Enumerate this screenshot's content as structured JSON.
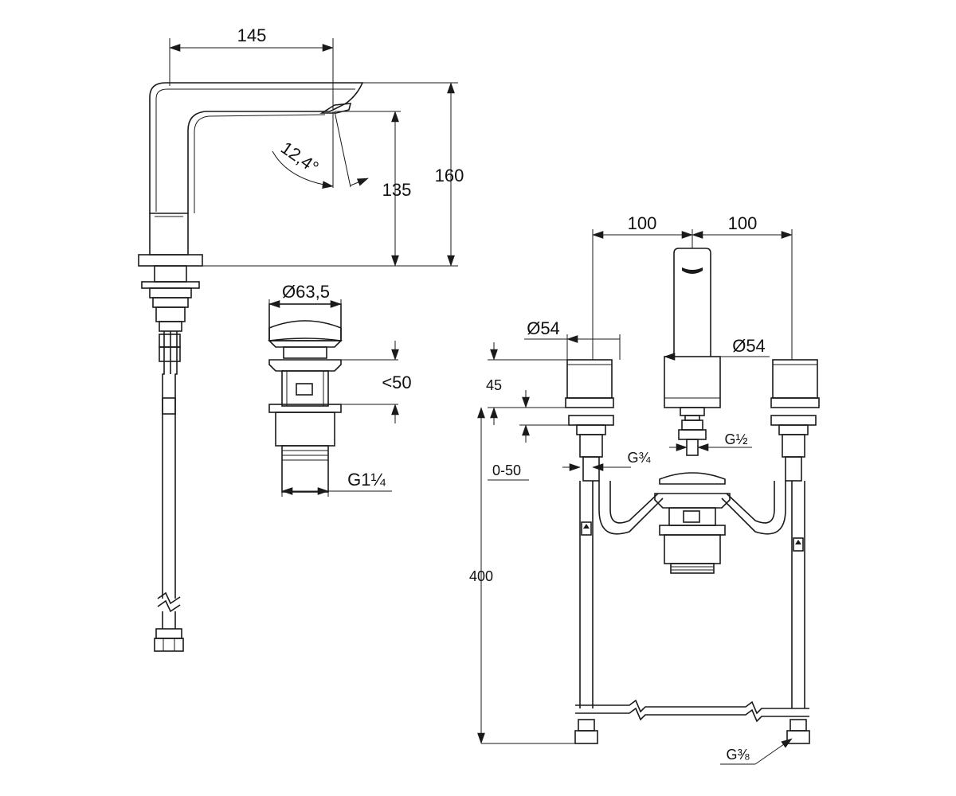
{
  "dimensions": {
    "spout_reach": "145",
    "spout_height": "160",
    "outlet_height": "135",
    "spout_angle": "12,4°",
    "waste_diameter": "Ø63,5",
    "waste_lift": "<50",
    "waste_thread": "G1¼",
    "spacing_left": "100",
    "spacing_right": "100",
    "handle_diameter": "Ø54",
    "spout_diameter": "Ø54",
    "handle_height": "45",
    "deck_thickness": "0-50",
    "supply_length": "400",
    "spout_thread": "G½",
    "handle_thread": "G¾",
    "hose_thread": "G⅜"
  }
}
